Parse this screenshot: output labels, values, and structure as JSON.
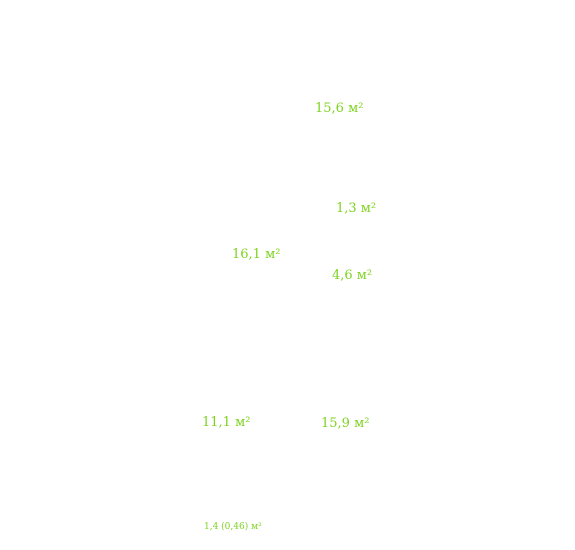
{
  "floor_plan": {
    "label_color": "#7ed321",
    "rooms": [
      {
        "area_label": "15,6 м²"
      },
      {
        "area_label": "1,3 м²"
      },
      {
        "area_label": "16,1 м²"
      },
      {
        "area_label": "4,6 м²"
      },
      {
        "area_label": "11,1 м²"
      },
      {
        "area_label": "15,9 м²"
      },
      {
        "area_label": "1,4 (0,46) м²"
      }
    ]
  }
}
